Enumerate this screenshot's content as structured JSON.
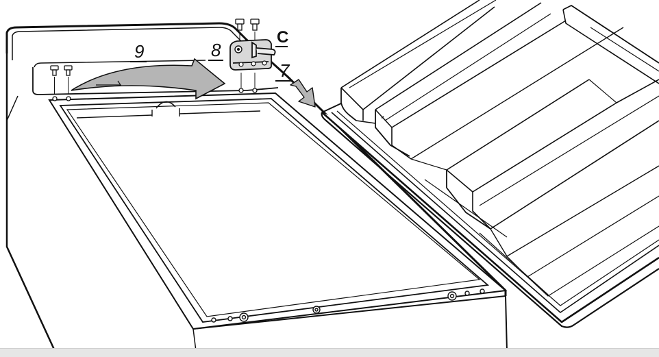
{
  "diagram": {
    "labels": {
      "remove_hinge_label": "C",
      "step_hinge": "8",
      "step_move": "9",
      "step_door": "7"
    },
    "colors": {
      "line": "#111111",
      "fill": "#ffffff",
      "arrow_gray": "#b5b5b5",
      "hinge_gray": "#d8d8d8",
      "bottom_strip": "#e6e6e6"
    }
  }
}
